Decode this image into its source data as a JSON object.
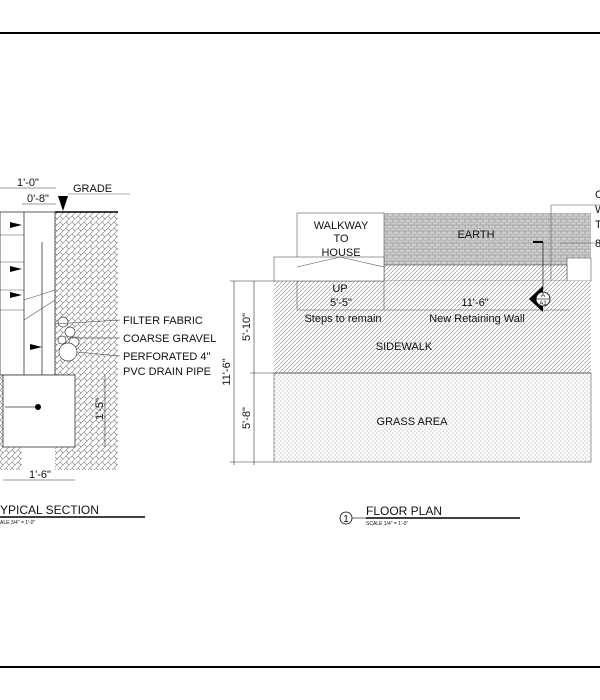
{
  "section": {
    "title": "YPICAL SECTION",
    "scale": "ALE 3/4\" = 1'-0\"",
    "dim_top": "1'-0\"",
    "dim_inner": "0'-8\"",
    "grade": "GRADE",
    "filter_fabric": "FILTER FABRIC",
    "coarse_gravel": "COARSE GRAVEL",
    "drain_1": "PERFORATED 4\"",
    "drain_2": "PVC DRAIN PIPE",
    "dim_footing_h": "1'-5\"",
    "dim_footing_w": "1'-6\""
  },
  "plan": {
    "number": "1",
    "title": "FLOOR PLAN",
    "scale": "SCALE 1/4\" = 1'-0\"",
    "walkway": [
      "WALKWAY",
      "TO",
      "HOUSE"
    ],
    "earth": "EARTH",
    "up": "UP",
    "dim_steps": "5'-5\"",
    "dim_wall": "11'-6\"",
    "steps": "Steps to remain",
    "wall": "New Retaining Wall",
    "sidewalk": "SIDEWALK",
    "grass": "GRASS AREA",
    "dim_sidewalk": "5'-10\"",
    "dim_total": "11'-6\"",
    "dim_grass": "5'-8\"",
    "section_mark_top": "A",
    "section_mark_bottom": "A1",
    "edge_labels": [
      "C",
      "W",
      "T",
      "8"
    ]
  }
}
